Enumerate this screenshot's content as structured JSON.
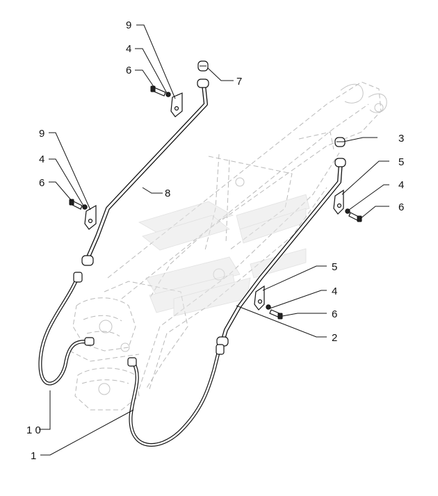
{
  "callouts": {
    "c1": "1",
    "c2": "2",
    "c3": "3",
    "c4a": "4",
    "c4b": "4",
    "c4c": "4",
    "c4d": "4",
    "c5a": "5",
    "c5b": "5",
    "c6a": "6",
    "c6b": "6",
    "c6c": "6",
    "c6d": "6",
    "c7": "7",
    "c8": "8",
    "c9a": "9",
    "c9b": "9",
    "c10": "1 0"
  }
}
